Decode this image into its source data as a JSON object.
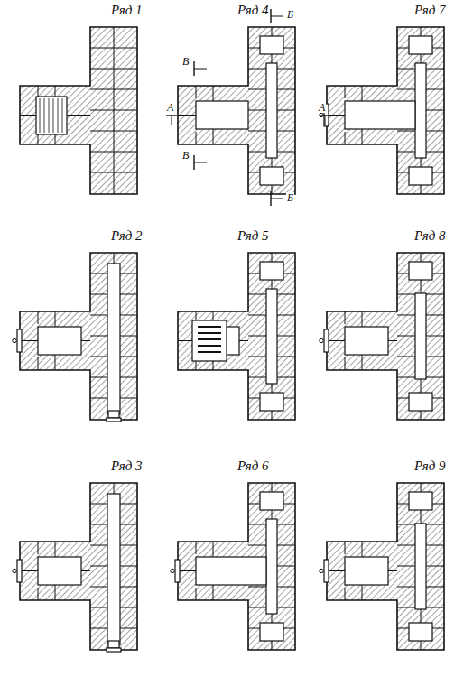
{
  "diagram": {
    "labels": [
      "Ряд 1",
      "Ряд 4",
      "Б",
      "Ряд 7",
      "В",
      "А",
      "А",
      "В",
      "Б",
      "Ряд 2",
      "Ряд 5",
      "Ряд 8",
      "Ряд 3",
      "Ряд 6",
      "Ряд 9"
    ]
  }
}
